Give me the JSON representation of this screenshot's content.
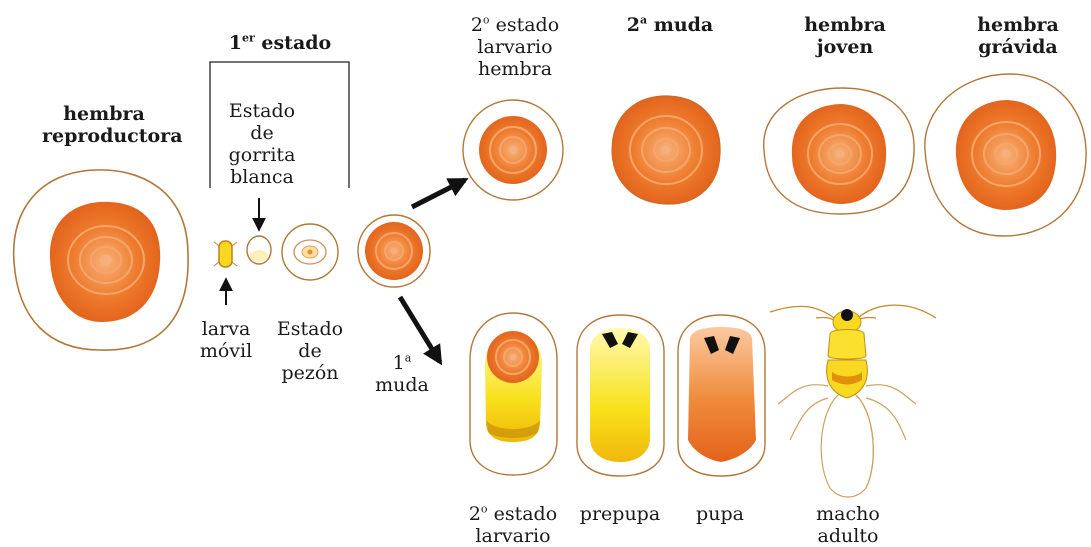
{
  "colors": {
    "outline": "#b07838",
    "scale_outer": "#e8691a",
    "scale_inner": "#f39a52",
    "yellow": "#f7e21a",
    "yellow_light": "#fff6a6",
    "arrow": "#111111"
  },
  "labels": {
    "reproductive_female": [
      "hembra",
      "reproductora"
    ],
    "first_stage": {
      "pre": "1",
      "sup": "er",
      "post": " estado"
    },
    "white_cap": [
      "Estado",
      "de",
      "gorrita",
      "blanca"
    ],
    "mobile_larva": [
      "larva",
      "móvil"
    ],
    "nipple_stage": [
      "Estado",
      "de",
      "pezón"
    ],
    "first_molt": {
      "pre": "1",
      "sup": "a",
      "post": "muda"
    },
    "second_female": {
      "line1_pre": "2",
      "line1_sup": "o",
      "line1_post": " estado",
      "line2": "larvario",
      "line3": "hembra"
    },
    "second_molt": {
      "pre": "2",
      "sup": "a",
      "post": " muda"
    },
    "young_female": [
      "hembra",
      "joven"
    ],
    "gravid_female": [
      "hembra",
      "grávida"
    ],
    "second_larval": {
      "line1_pre": "2",
      "line1_sup": "o",
      "line1_post": " estado",
      "line2": "larvario"
    },
    "prepupa": "prepupa",
    "pupa": "pupa",
    "adult_male": [
      "macho",
      "adulto"
    ]
  }
}
